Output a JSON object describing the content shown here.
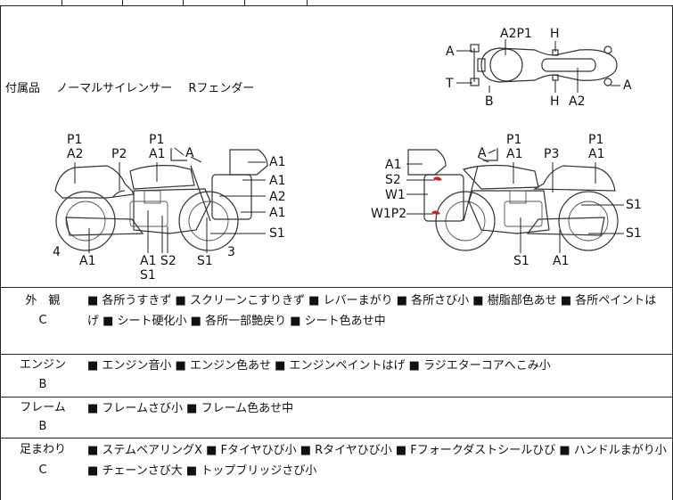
{
  "accessories": {
    "label": "付属品",
    "items": [
      "ノーマルサイレンサー",
      "Rフェンダー"
    ]
  },
  "diagram_codes": {
    "top_view": {
      "a2p1": "A2P1",
      "h_top": "H",
      "a_left": "A",
      "t_left": "T",
      "b": "B",
      "h_bottom": "H",
      "a2": "A2",
      "a_right": "A"
    },
    "left_side": {
      "p1_a": "P1",
      "a2_a": "A2",
      "p2": "P2",
      "p1_b": "P1",
      "a1_a": "A1",
      "a_mirror": "A",
      "a1_r1": "A1",
      "a1_r2": "A1",
      "a2_r3": "A2",
      "a1_r4": "A1",
      "s1_r5": "S1",
      "num4": "4",
      "a1_bottom": "A1",
      "a1_s2": "A1 S2",
      "s1_under": "S1",
      "s1_b": "S1",
      "num3": "3"
    },
    "right_side": {
      "a1_l1": "A1",
      "s2_l2": "S2",
      "w1_l3": "W1",
      "w1p2_l4": "W1P2",
      "a_mirror": "A",
      "p1_a": "P1",
      "a1_a": "A1",
      "p3": "P3",
      "p1_b": "P1",
      "a1_b": "A1",
      "s1_r1": "S1",
      "s1_r2": "S1",
      "s1_bottom": "S1",
      "a1_bottom": "A1"
    }
  },
  "sections": [
    {
      "title": "外　観",
      "grade": "C",
      "text": "■ 各所うすきず ■ スクリーンこすりきず ■ レバーまがり ■ 各所さび小 ■ 樹脂部色あせ ■ 各所ペイントはげ ■ シート硬化小 ■ 各所一部艶戻り ■ シート色あせ中"
    },
    {
      "title": "エンジン",
      "grade": "B",
      "text": "■ エンジン音小 ■ エンジン色あせ ■ エンジンペイントはげ ■ ラジエターコアへこみ小"
    },
    {
      "title": "フレーム",
      "grade": "B",
      "text": "■ フレームさび小 ■ フレーム色あせ中"
    },
    {
      "title": "足まわり",
      "grade": "C",
      "text": "■ ステムベアリングX ■ Fタイヤひび小 ■ Rタイヤひび小 ■ Fフォークダストシールひび ■ ハンドルまがり小 ■ チェーンさび大 ■ トップブリッジさび小"
    }
  ]
}
